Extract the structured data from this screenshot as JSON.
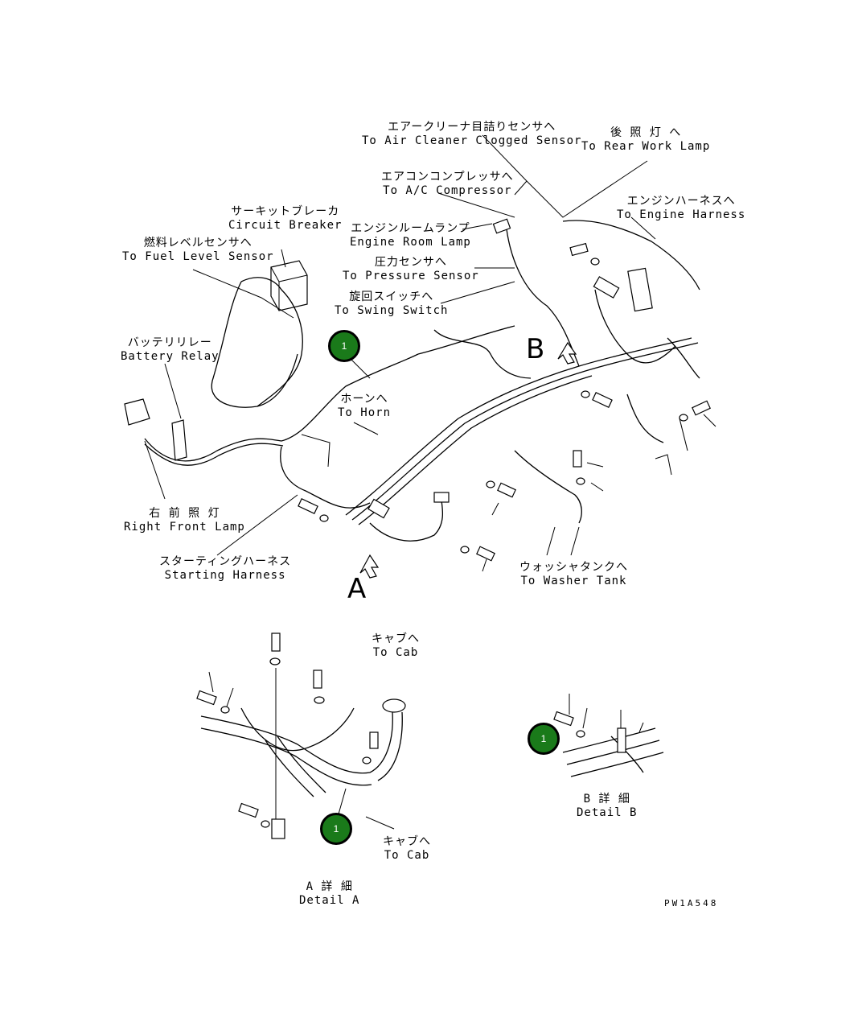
{
  "labels": {
    "air_cleaner": {
      "jp": "エアークリーナ目詰りセンサへ",
      "en": "To Air Cleaner Clogged Sensor"
    },
    "rear_work_lamp": {
      "jp": "後 照 灯 へ",
      "en": "To Rear Work Lamp"
    },
    "ac_compressor": {
      "jp": "エアコンコンプレッサへ",
      "en": "To A/C Compressor"
    },
    "engine_harness": {
      "jp": "エンジンハーネスへ",
      "en": "To Engine Harness"
    },
    "circuit_breaker": {
      "jp": "サーキットブレーカ",
      "en": "Circuit Breaker"
    },
    "engine_room_lamp": {
      "jp": "エンジンルームランプ",
      "en": "Engine Room Lamp"
    },
    "fuel_level": {
      "jp": "燃料レベルセンサへ",
      "en": "To Fuel Level Sensor"
    },
    "pressure_sensor": {
      "jp": "圧力センサへ",
      "en": "To Pressure Sensor"
    },
    "swing_switch": {
      "jp": "旋回スイッチへ",
      "en": "To Swing Switch"
    },
    "battery_relay": {
      "jp": "バッテリリレー",
      "en": "Battery Relay"
    },
    "horn": {
      "jp": "ホーンへ",
      "en": "To Horn"
    },
    "right_front_lamp": {
      "jp": "右 前 照 灯",
      "en": "Right Front Lamp"
    },
    "starting_harness": {
      "jp": "スターティングハーネス",
      "en": "Starting Harness"
    },
    "washer_tank": {
      "jp": "ウォッシャタンクへ",
      "en": "To Washer Tank"
    },
    "cab_top": {
      "jp": "キャブへ",
      "en": "To Cab"
    },
    "cab_bottom": {
      "jp": "キャブへ",
      "en": "To Cab"
    },
    "detail_a": {
      "jp": "A 詳 細",
      "en": "Detail A"
    },
    "detail_b": {
      "jp": "B 詳 細",
      "en": "Detail B"
    }
  },
  "view_letters": {
    "a": "A",
    "b": "B"
  },
  "badges": {
    "main": "1",
    "detail_a": "1",
    "detail_b": "1"
  },
  "part_code": "PW1A548",
  "colors": {
    "badge_fill": "#1a7a1a",
    "line": "#000000"
  }
}
